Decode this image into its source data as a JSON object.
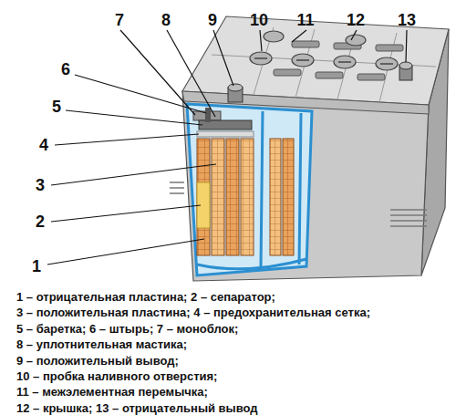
{
  "diagram": {
    "labels": [
      "7",
      "8",
      "9",
      "10",
      "11",
      "12",
      "13",
      "6",
      "5",
      "4",
      "3",
      "2",
      "1",
      "1 – отрицательная пластина; 2 – сепаратор;",
      "3 – положительная пластина; 4 – предохранительная сетка;",
      "5 – баретка; 6 – штырь; 7 – моноблок;",
      "8 – уплотнительная мастика;",
      "9 – положительный вывод;",
      "10 – пробка наливного отверстия;",
      "11 – межэлементная перемычка;",
      "12 – крышка; 13 – отрицательный вывод"
    ]
  }
}
